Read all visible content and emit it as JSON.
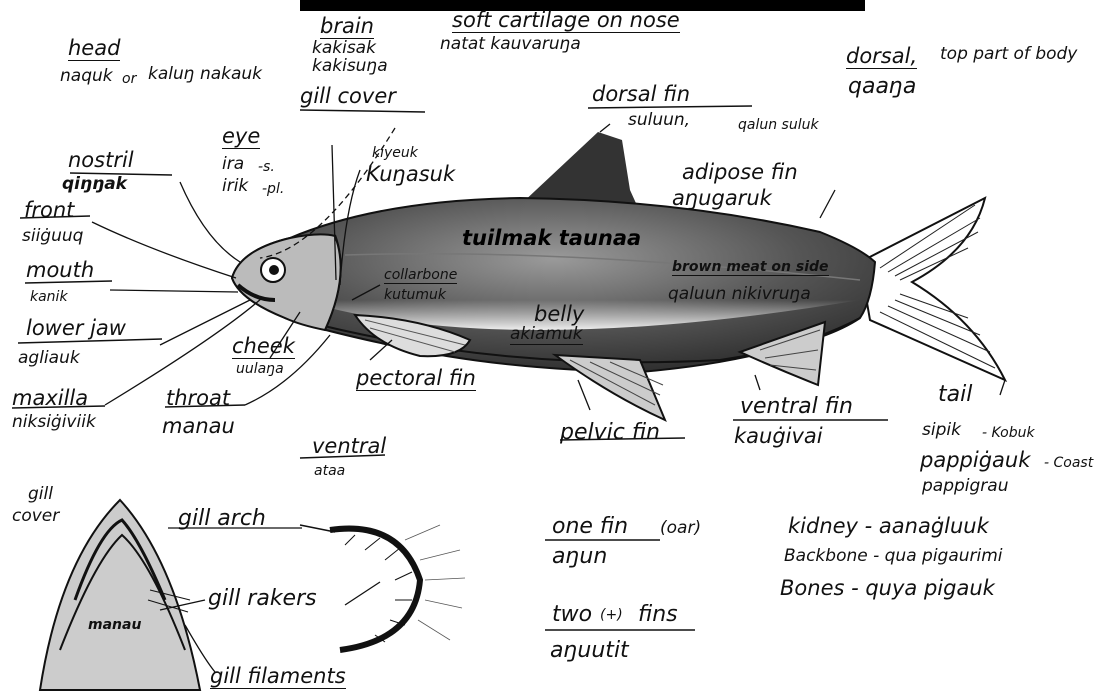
{
  "labels": {
    "brain": "brain",
    "brain_inupiaq_1": "kakisak",
    "brain_inupiaq_2": "kakisuŋa",
    "soft_cartilage": "soft cartilage on nose",
    "soft_cartilage_inupiaq": "natat kauvaruŋa",
    "head": "head",
    "head_inupiaq": "naquk",
    "head_or": "or",
    "head_inupiaq_alt": "kaluŋ nakauk",
    "dorsal": "dorsal,",
    "dorsal_desc": "top part of body",
    "dorsal_inupiaq": "qaaŋa",
    "gill_cover": "gill cover",
    "dorsal_fin": "dorsal fin",
    "dorsal_fin_inupiaq": "suluun,",
    "dorsal_fin_inupiaq_alt": "qalun suluk",
    "eye": "eye",
    "eye_inupiaq_s": "ira",
    "eye_s": "-s.",
    "eye_inupiaq_pl": "irik",
    "eye_pl": "-pl.",
    "kiyeuk": "kiyeuk",
    "kunasuk": "Kuŋasuk",
    "nostril": "nostril",
    "nostril_inupiaq": "qiŋŋak",
    "adipose_fin": "adipose fin",
    "adipose_fin_inupiaq": "aŋugaruk",
    "front": "front",
    "front_inupiaq": "siiġuuq",
    "tuilmak": "tuilmak taunaa",
    "mouth": "mouth",
    "mouth_inupiaq": "kanik",
    "collarbone": "collarbone",
    "collarbone_inupiaq": "kutumuk",
    "brown_meat": "brown meat on side",
    "brown_meat_inupiaq": "qaluun nikivruŋa",
    "lower_jaw": "lower jaw",
    "lower_jaw_inupiaq": "agliauk",
    "belly": "belly",
    "belly_inupiaq": "akiamuk",
    "cheek": "cheek",
    "cheek_inupiaq": "uulaŋa",
    "pectoral_fin": "pectoral fin",
    "maxilla": "maxilla",
    "maxilla_inupiaq": "niksiġiviik",
    "throat": "throat",
    "throat_inupiaq": "manau",
    "ventral_fin": "ventral fin",
    "ventral_fin_inupiaq": "kauġivai",
    "tail": "tail",
    "tail_inupiaq_1": "sipik",
    "tail_kobuk": "- Kobuk",
    "tail_inupiaq_2": "pappiġauk",
    "tail_coast": "- Coast",
    "tail_inupiaq_3": "pappigrau",
    "pelvic_fin": "pelvic fin",
    "ventral": "ventral",
    "ventral_inupiaq": "ataa",
    "gill_cover_2a": "gill",
    "gill_cover_2b": "cover",
    "gill_arch": "gill arch",
    "gill_rakers": "gill rakers",
    "gill_filaments": "gill filaments",
    "manau_inner": "manau",
    "one_fin": "one fin",
    "one_fin_note": "(oar)",
    "one_fin_inupiaq": "aŋun",
    "two_fins": "two",
    "two_fins_plus": "(+)",
    "two_fins_rest": "fins",
    "two_fins_inupiaq": "aŋuutit",
    "kidney": "kidney - aanaġluuk",
    "backbone": "Backbone - qua pigaurimi",
    "bones": "Bones - quya pigauk"
  }
}
